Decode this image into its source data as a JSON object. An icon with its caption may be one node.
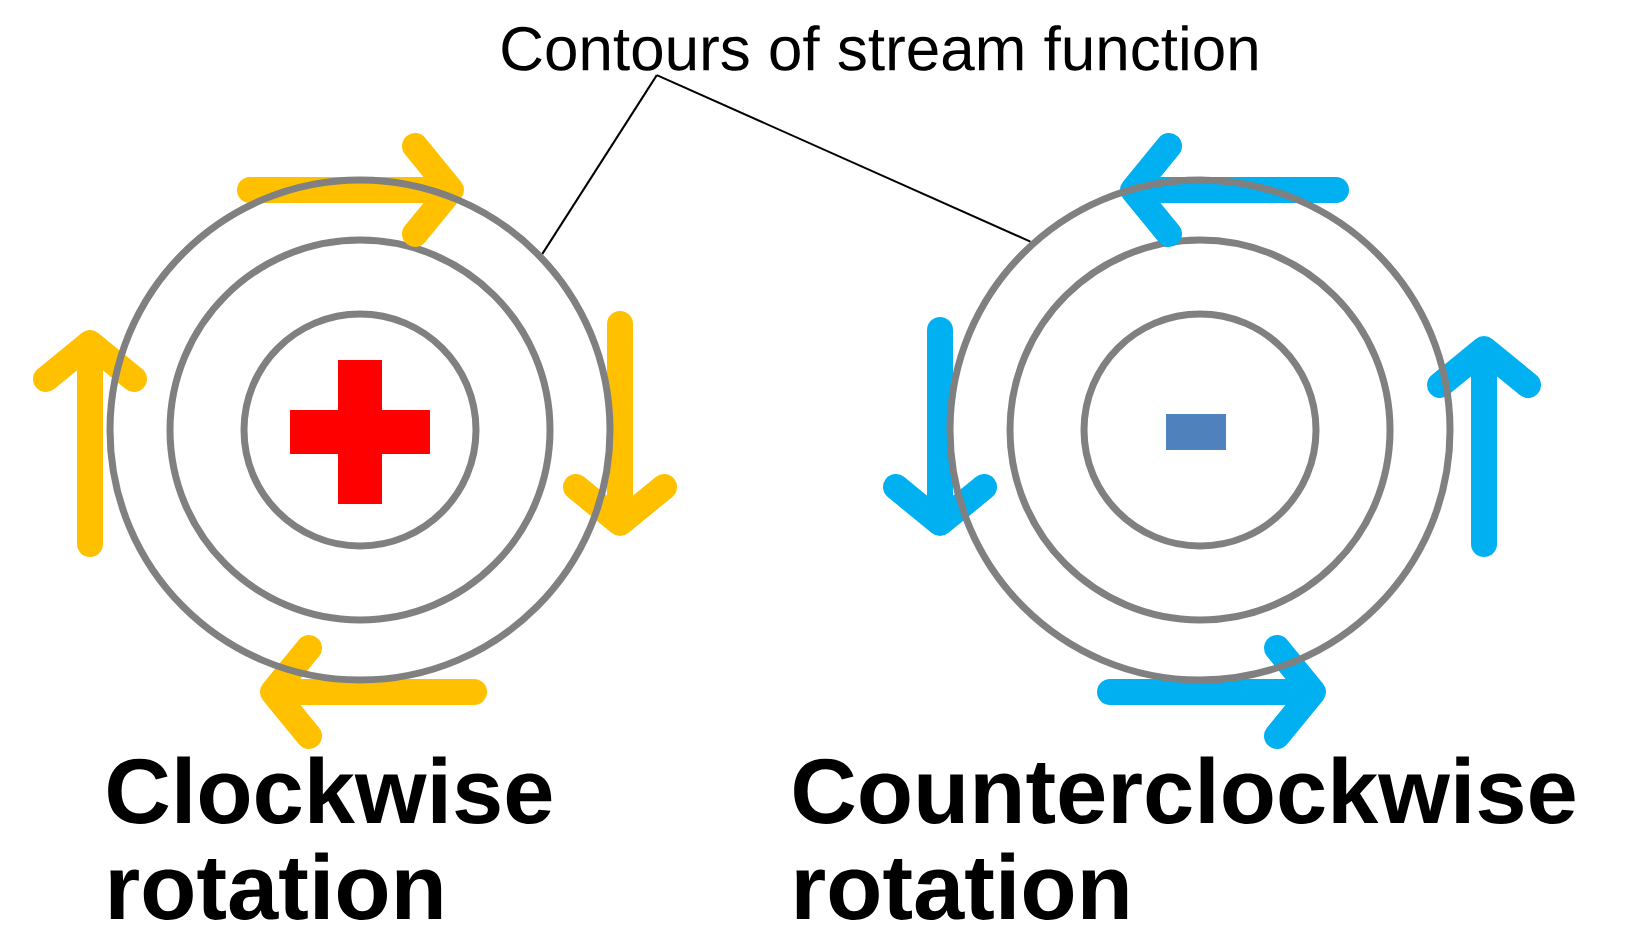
{
  "diagram": {
    "nodes": [
      {
        "text": [
          "Contours of stream function"
        ]
      },
      {
        "text": [],
        "shape": "circle"
      },
      {
        "text": [],
        "shape": "circle"
      }
    ],
    "edges": [
      {
        "from": 0,
        "to": 1,
        "arrow": "none"
      },
      {
        "from": 0,
        "to": 2,
        "arrow": "none"
      }
    ],
    "labels": [
      "Clockwise rotation",
      "Counterclockwise rotation"
    ]
  }
}
